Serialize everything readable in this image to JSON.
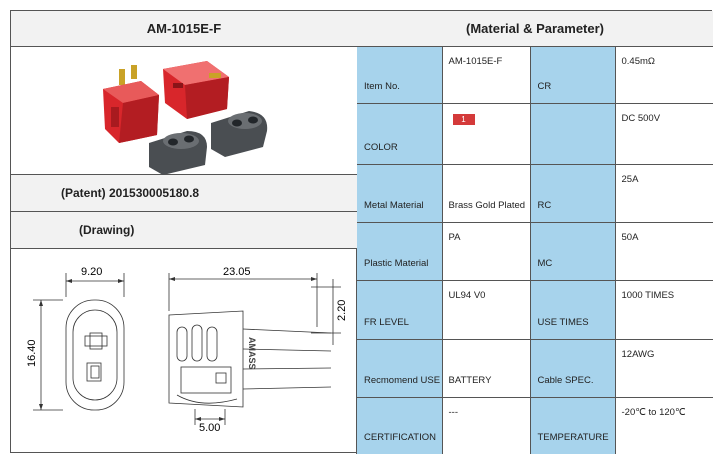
{
  "left": {
    "model_title": "AM-1015E-F",
    "patent": "(Patent)  201530005180.8",
    "drawing_label": "(Drawing)",
    "dims": {
      "width_top": "9.20",
      "height_side": "16.40",
      "length": "23.05",
      "offset": "2.20",
      "pin": "5.00",
      "brand": "AMASS"
    }
  },
  "right": {
    "title": "(Material & Parameter)",
    "rows": [
      {
        "label1": "Item No.",
        "value1": "AM-1015E-F",
        "label2": "CR",
        "value2": "0.45mΩ"
      },
      {
        "label1": "COLOR",
        "value1": "1",
        "label2": "",
        "value2": "DC 500V"
      },
      {
        "label1": "Metal Material",
        "value1": "Brass Gold Plated",
        "label2": "RC",
        "value2": "25A"
      },
      {
        "label1": "Plastic Material",
        "value1": "PA",
        "label2": "MC",
        "value2": "50A"
      },
      {
        "label1": "FR LEVEL",
        "value1": "UL94 V0",
        "label2": "USE TIMES",
        "value2": "1000 TIMES"
      },
      {
        "label1": "Recmomend USE",
        "value1": "BATTERY",
        "label2": "Cable SPEC.",
        "value2": "12AWG"
      },
      {
        "label1": "CERTIFICATION",
        "value1": "---",
        "label2": "TEMPERATURE",
        "value2": "-20℃ to 120℃"
      }
    ]
  },
  "colors": {
    "label_bg": "#a7d3ec",
    "header_bg": "#f2f2f2",
    "swatch_red": "#d43a3a",
    "connector_red": "#d8262b",
    "connector_dark": "#4a4e52"
  }
}
